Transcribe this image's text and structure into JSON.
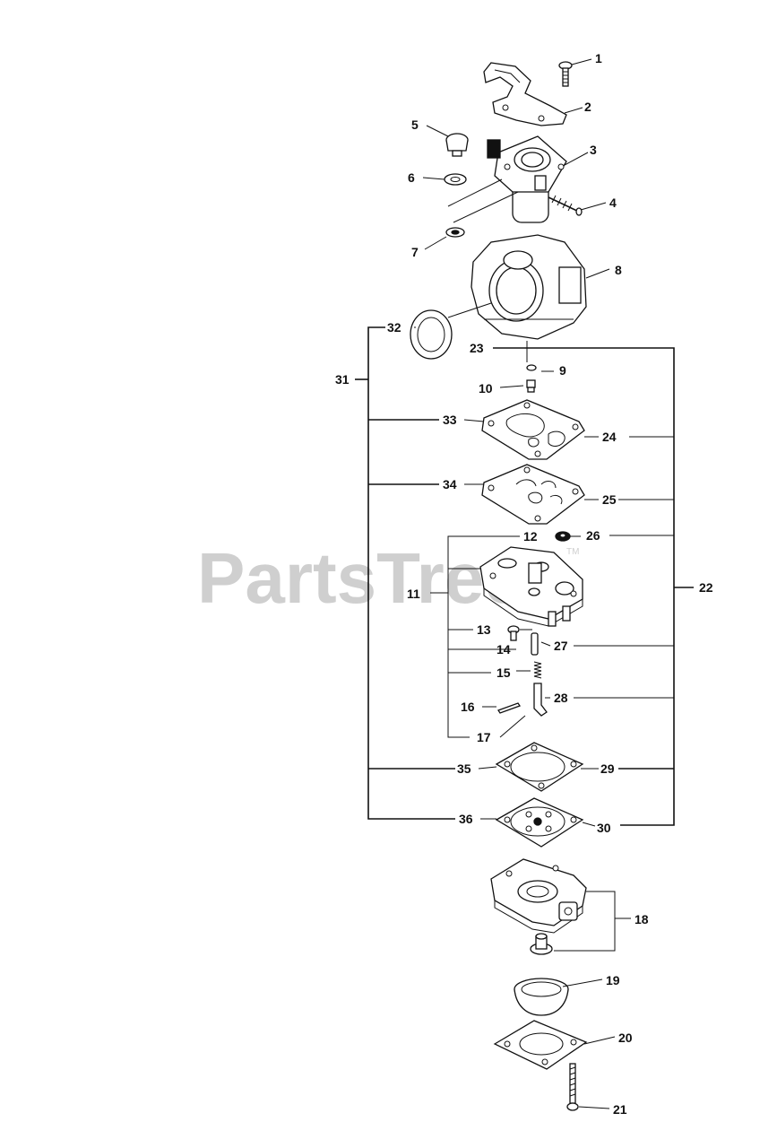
{
  "watermark": {
    "text": "PartsTree",
    "trademark": "TM"
  },
  "callouts": {
    "c1": "1",
    "c2": "2",
    "c3": "3",
    "c4": "4",
    "c5": "5",
    "c6": "6",
    "c7": "7",
    "c8": "8",
    "c9": "9",
    "c10": "10",
    "c11": "11",
    "c12": "12",
    "c13": "13",
    "c14": "14",
    "c15": "15",
    "c16": "16",
    "c17": "17",
    "c18": "18",
    "c19": "19",
    "c20": "20",
    "c21": "21",
    "c22": "22",
    "c23": "23",
    "c24": "24",
    "c25": "25",
    "c26": "26",
    "c27": "27",
    "c28": "28",
    "c29": "29",
    "c30": "30",
    "c31": "31",
    "c32": "32",
    "c33": "33",
    "c34": "34",
    "c35": "35",
    "c36": "36"
  }
}
